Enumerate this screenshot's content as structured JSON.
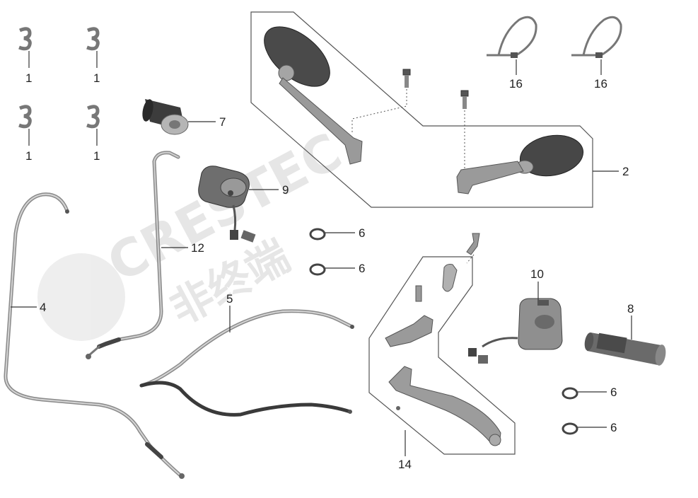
{
  "watermark": {
    "brand": "CRESTEC",
    "chinese": "非终端"
  },
  "callouts": {
    "bolt_1a": "1",
    "bolt_1b": "1",
    "bolt_1c": "1",
    "bolt_1d": "1",
    "mirror_set": "2",
    "throttle_cable": "4",
    "clutch_cable": "5",
    "clip_a": "6",
    "clip_b": "6",
    "clip_c": "6",
    "clip_d": "6",
    "left_grip": "7",
    "right_grip": "8",
    "left_switch": "9",
    "right_switch": "10",
    "brake_hose": "12",
    "lever_assembly": "14",
    "cable_tie_a": "16",
    "cable_tie_b": "16"
  }
}
